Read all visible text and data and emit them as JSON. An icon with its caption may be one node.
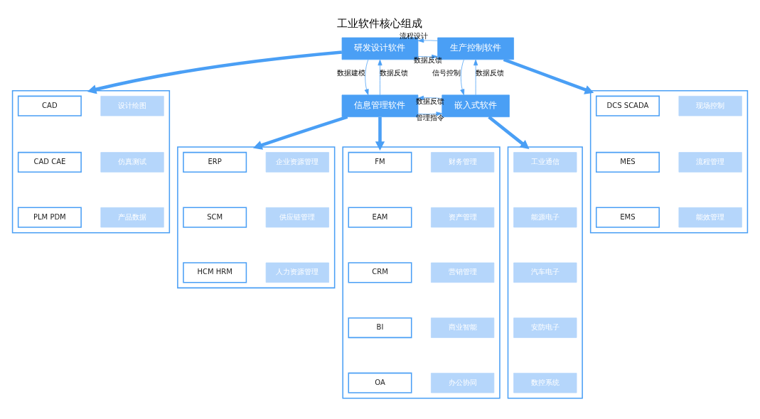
{
  "diagram": {
    "title": "工业软件核心组成",
    "nodes": [
      {
        "text": [
          "研发设计软件"
        ]
      },
      {
        "text": [
          "生产控制软件"
        ]
      },
      {
        "text": [
          "信息管理软件"
        ]
      },
      {
        "text": [
          "嵌入式软件"
        ]
      },
      {
        "text": [],
        "shape": "box"
      },
      {
        "text": [
          "CAD"
        ],
        "in": 4
      },
      {
        "text": [
          "设计绘图"
        ],
        "in": 4
      },
      {
        "text": [
          "CAD CAE"
        ],
        "in": 4
      },
      {
        "text": [
          "仿真测试"
        ],
        "in": 4
      },
      {
        "text": [
          "PLM PDM"
        ],
        "in": 4
      },
      {
        "text": [
          "产品数据"
        ],
        "in": 4
      },
      {
        "text": [],
        "shape": "box"
      },
      {
        "text": [
          "DCS SCADA"
        ],
        "in": 11
      },
      {
        "text": [
          "现场控制"
        ],
        "in": 11
      },
      {
        "text": [
          "MES"
        ],
        "in": 11
      },
      {
        "text": [
          "流程管理"
        ],
        "in": 11
      },
      {
        "text": [
          "EMS"
        ],
        "in": 11
      },
      {
        "text": [
          "能效管理"
        ],
        "in": 11
      },
      {
        "text": [],
        "shape": "box"
      },
      {
        "text": [
          "FM"
        ],
        "in": 18
      },
      {
        "text": [
          "财务管理"
        ],
        "in": 18
      },
      {
        "text": [
          "EAM"
        ],
        "in": 18
      },
      {
        "text": [
          "资产管理"
        ],
        "in": 18
      },
      {
        "text": [
          "CRM"
        ],
        "in": 18
      },
      {
        "text": [
          "营销管理"
        ],
        "in": 18
      },
      {
        "text": [
          "BI"
        ],
        "in": 18
      },
      {
        "text": [
          "商业智能"
        ],
        "in": 18
      },
      {
        "text": [
          "OA"
        ],
        "in": 18
      },
      {
        "text": [
          "办公协同"
        ],
        "in": 18
      },
      {
        "text": [],
        "shape": "box"
      },
      {
        "text": [
          "工业通信"
        ],
        "in": 29
      },
      {
        "text": [
          "能源电子"
        ],
        "in": 29
      },
      {
        "text": [
          "汽车电子"
        ],
        "in": 29
      },
      {
        "text": [
          "安防电子"
        ],
        "in": 29
      },
      {
        "text": [
          "数控系统"
        ],
        "in": 29
      },
      {
        "text": [],
        "shape": "box"
      },
      {
        "text": [
          "ERP"
        ],
        "in": 35
      },
      {
        "text": [
          "企业资源管理"
        ],
        "in": 35
      },
      {
        "text": [
          "SCM"
        ],
        "in": 35
      },
      {
        "text": [
          "供应链管理"
        ],
        "in": 35
      },
      {
        "text": [
          "HCM HRM"
        ],
        "in": 35
      },
      {
        "text": [
          "人力资源管理"
        ],
        "in": 35
      }
    ],
    "edges": [
      {
        "from": 0,
        "to": 1,
        "arrow": "to",
        "label": "数据反馈"
      },
      {
        "from": 1,
        "to": 0,
        "arrow": "to",
        "label": "流程设计"
      },
      {
        "from": 2,
        "to": 0,
        "arrow": "to",
        "label": "数据反馈"
      },
      {
        "from": 0,
        "to": 2,
        "arrow": "to",
        "label": "数据建模"
      },
      {
        "from": 3,
        "to": 1,
        "arrow": "to",
        "label": "数据反馈"
      },
      {
        "from": 1,
        "to": 3,
        "arrow": "to",
        "label": "信号控制"
      },
      {
        "from": 2,
        "to": 3,
        "arrow": "to",
        "label": "管理指令"
      },
      {
        "from": 3,
        "to": 2,
        "arrow": "to",
        "label": "数据反馈"
      },
      {
        "from": 0,
        "to": 4,
        "arrow": "to",
        "style": "thick"
      },
      {
        "from": 1,
        "to": 11,
        "arrow": "to",
        "style": "thick"
      },
      {
        "from": 2,
        "to": 18,
        "arrow": "to",
        "style": "thick"
      },
      {
        "from": 3,
        "to": 29,
        "arrow": "to",
        "style": "thick"
      },
      {
        "from": 2,
        "to": 35,
        "arrow": "to",
        "style": "thick"
      }
    ]
  }
}
